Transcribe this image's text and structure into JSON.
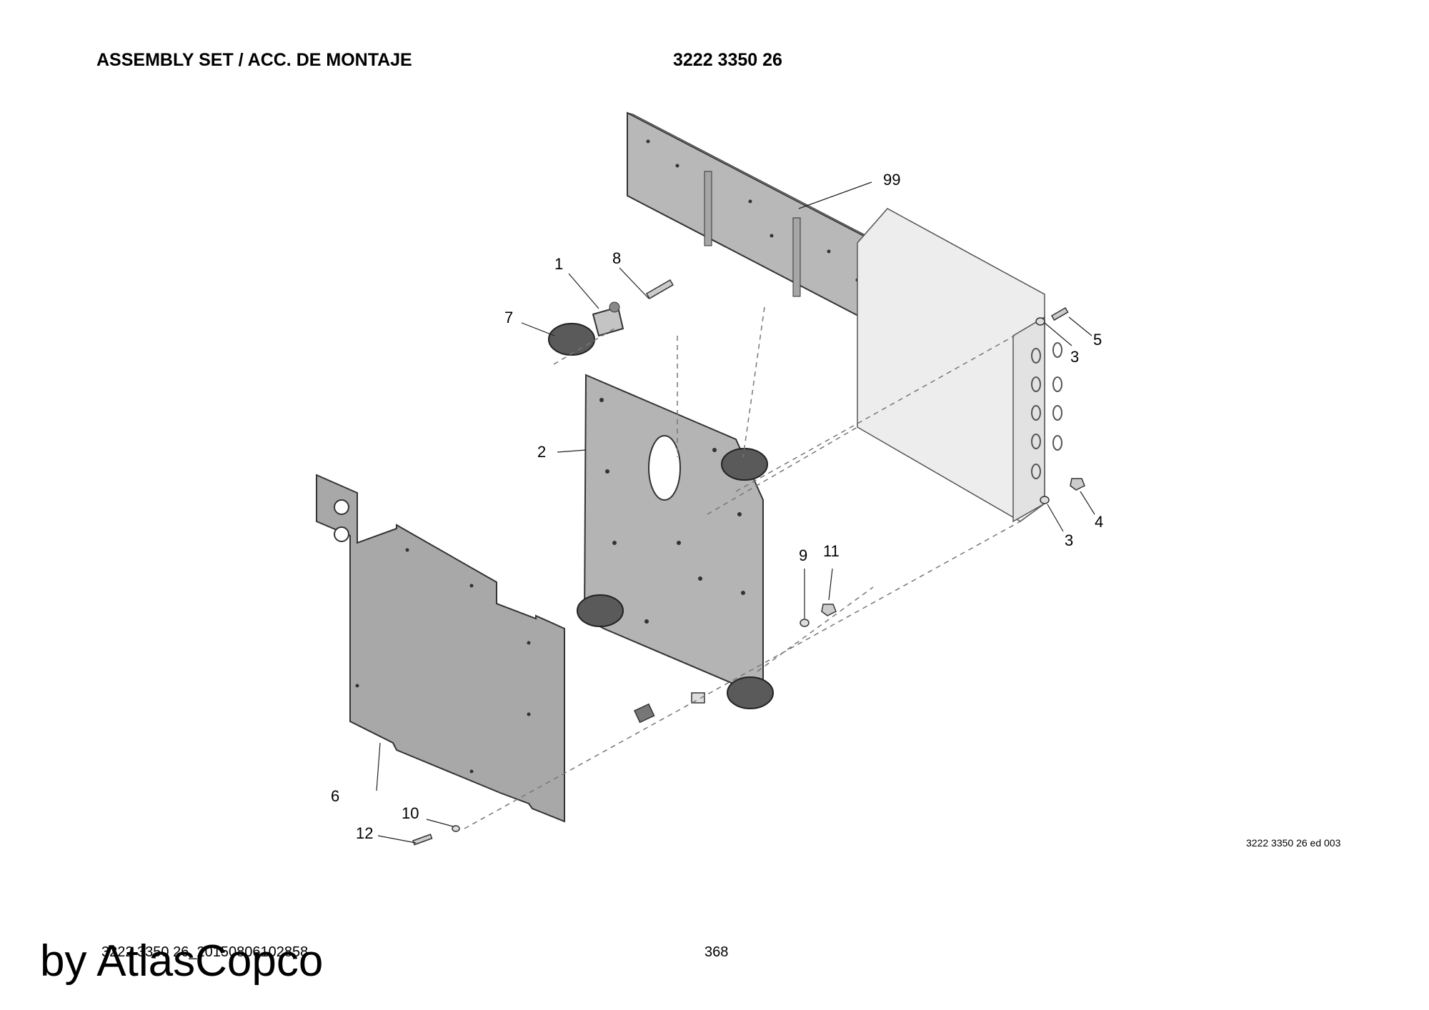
{
  "header": {
    "title": "ASSEMBLY SET / ACC. DE MONTAJE",
    "part_number": "3222 3350 26"
  },
  "callouts": {
    "c1": "1",
    "c2": "2",
    "c3a": "3",
    "c3b": "3",
    "c4": "4",
    "c5": "5",
    "c6": "6",
    "c7": "7",
    "c8": "8",
    "c9": "9",
    "c10": "10",
    "c11": "11",
    "c12": "12",
    "c99": "99"
  },
  "drawing_reference": "3222 3350 26 ed 003",
  "footer": {
    "code": "3222 3350 26_20150806102858",
    "page": "368"
  },
  "watermark": "by AtlasCopco",
  "colors": {
    "part_fill": "#b4b4b4",
    "part_stroke": "#333333",
    "box_fill": "#ededed"
  }
}
